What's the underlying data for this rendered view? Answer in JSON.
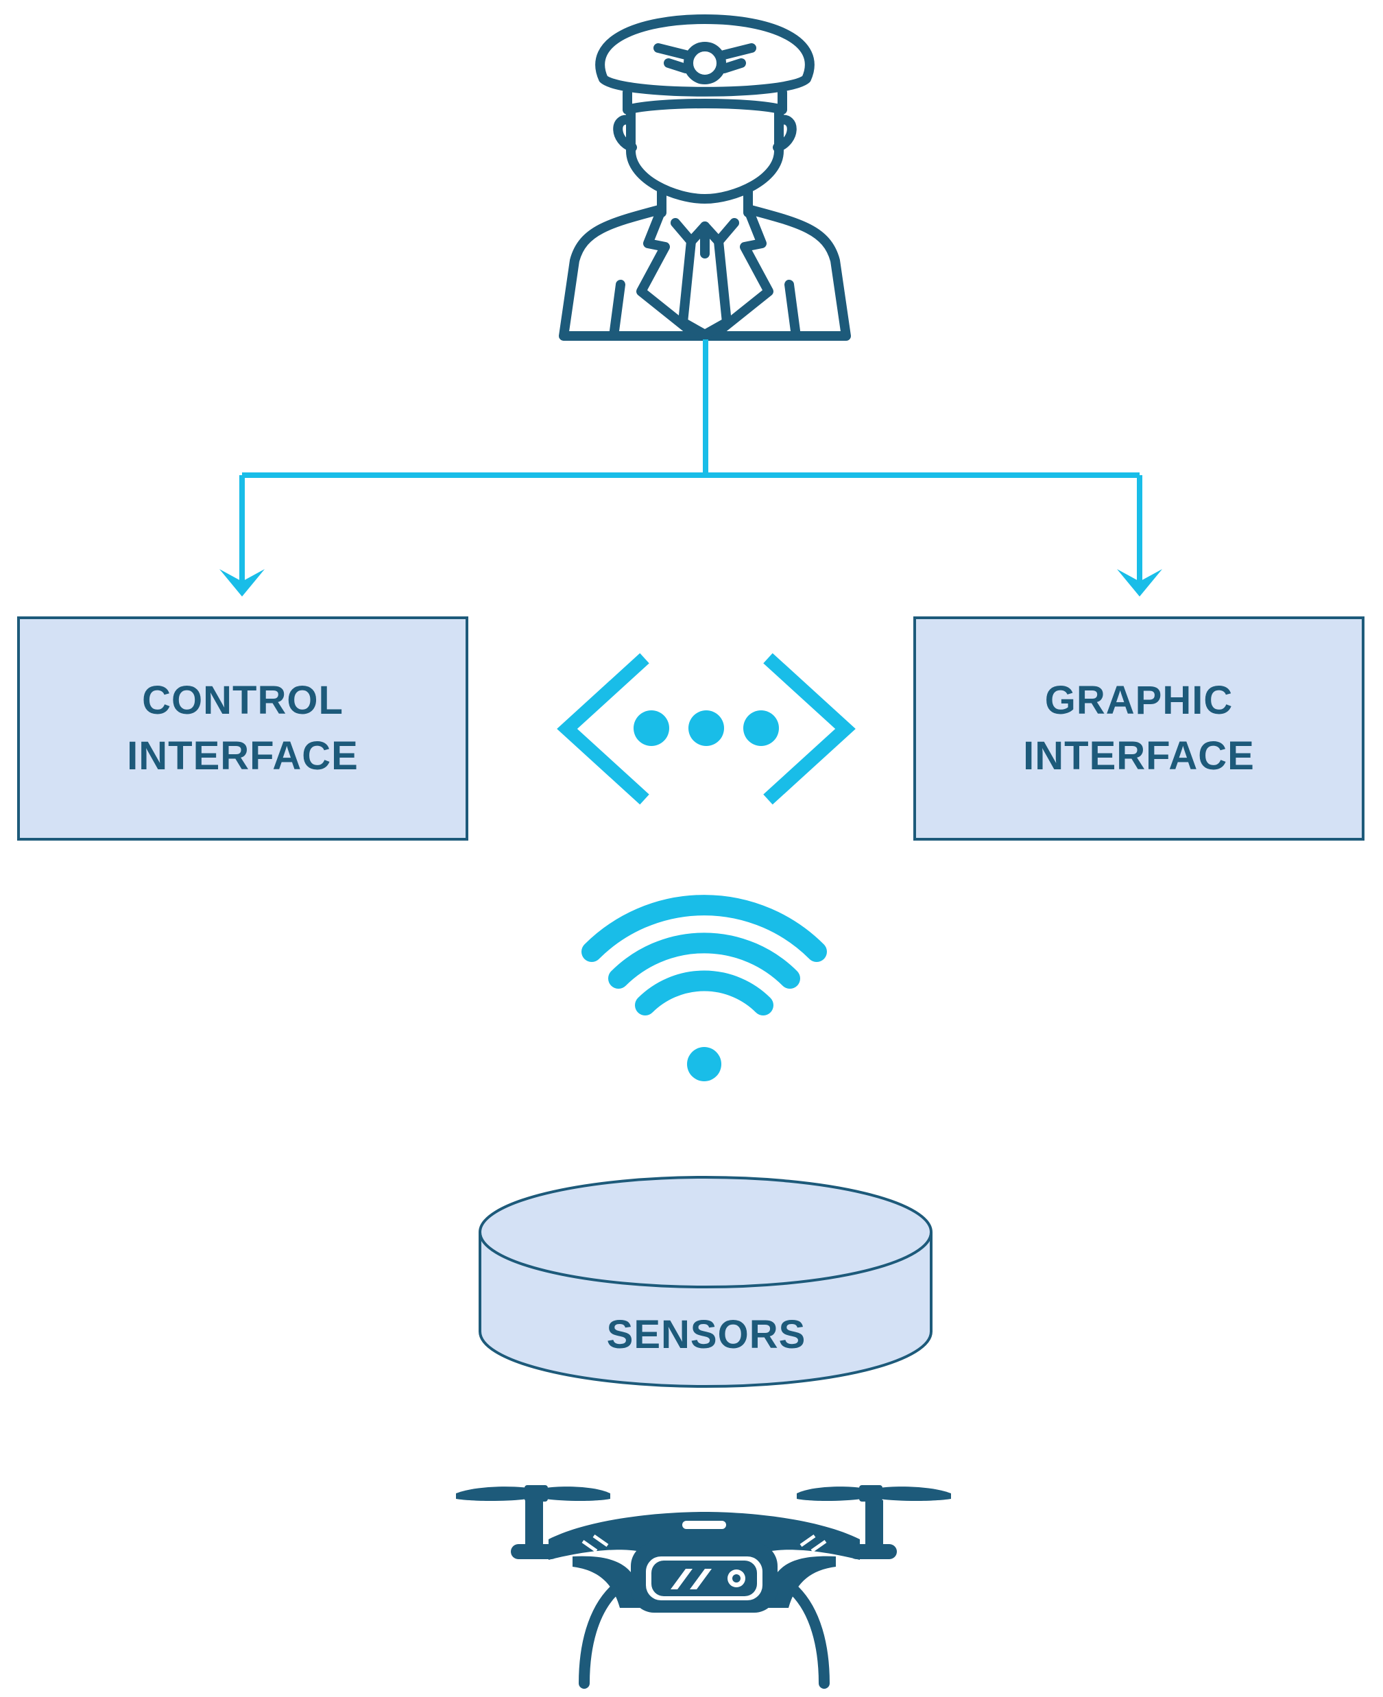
{
  "nodes": {
    "control_interface": {
      "line1": "CONTROL",
      "line2": "INTERFACE"
    },
    "graphic_interface": {
      "line1": "GRAPHIC",
      "line2": "INTERFACE"
    },
    "sensors": {
      "label": "SENSORS"
    }
  },
  "icons": {
    "pilot": "pilot-icon",
    "data_exchange": "data-exchange-icon",
    "wireless": "wifi-icon",
    "drone": "drone-icon"
  },
  "colors": {
    "accent": "#19bde8",
    "dark": "#1d5a7a",
    "box_fill": "#d4e1f5",
    "box_stroke": "#1d5a7a"
  }
}
